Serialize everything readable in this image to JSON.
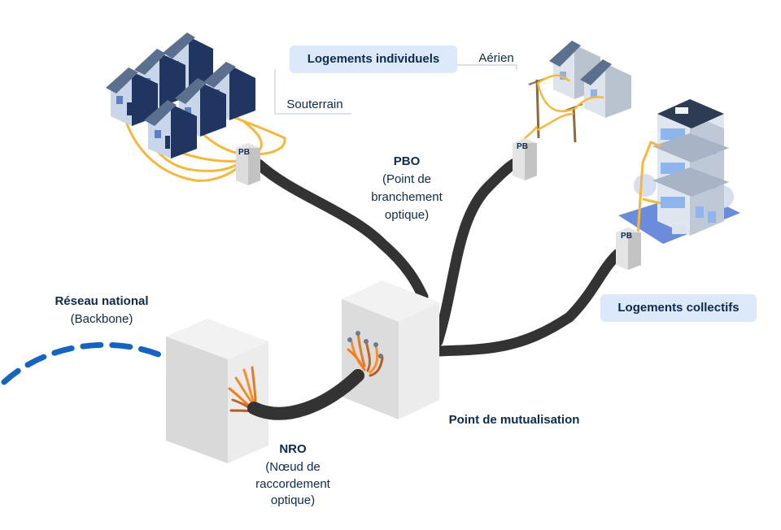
{
  "labels": {
    "logements_individuels": "Logements individuels",
    "aerien": "Aérien",
    "souterrain": "Souterrain",
    "pbo_title": "PBO",
    "pbo_line1": "(Point de",
    "pbo_line2": "branchement",
    "pbo_line3": "optique)",
    "reseau_national": "Réseau national",
    "backbone": "(Backbone)",
    "logements_collectifs": "Logements collectifs",
    "point_mutualisation": "Point de mutualisation",
    "nro_title": "NRO",
    "nro_line1": "(Nœud de",
    "nro_line2": "raccordement",
    "nro_line3": "optique)",
    "pb": "PB"
  },
  "colors": {
    "navy": "#0d2a4f",
    "pill": "#dbe9fa",
    "cable": "#333333",
    "fiber_orange": "#f28c28",
    "drop_yellow": "#f5b83d",
    "backbone_blue": "#1565c0",
    "cabinet": "#e9e9e9"
  }
}
